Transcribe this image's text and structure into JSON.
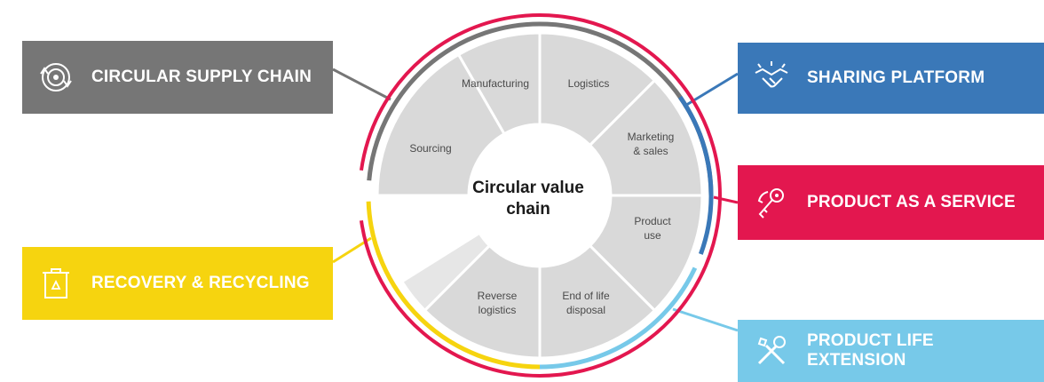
{
  "center": {
    "line1": "Circular value",
    "line2": "chain"
  },
  "segments": [
    {
      "id": "manufacturing",
      "lines": [
        "Manufacturing"
      ]
    },
    {
      "id": "logistics",
      "lines": [
        "Logistics"
      ]
    },
    {
      "id": "marketing",
      "lines": [
        "Marketing",
        "& sales"
      ]
    },
    {
      "id": "product-use",
      "lines": [
        "Product",
        "use"
      ]
    },
    {
      "id": "end-of-life",
      "lines": [
        "End of life",
        "disposal"
      ]
    },
    {
      "id": "reverse-logistics",
      "lines": [
        "Reverse",
        "logistics"
      ]
    },
    {
      "id": "sourcing",
      "lines": [
        "Sourcing"
      ]
    }
  ],
  "boxes": {
    "circular_supply_chain": {
      "label": "CIRCULAR SUPPLY CHAIN",
      "color": "#767676",
      "icon": "circular-arrows-icon"
    },
    "sharing_platform": {
      "label": "SHARING PLATFORM",
      "color": "#3a78b8",
      "icon": "handshake-icon"
    },
    "product_as_a_service": {
      "label": "PRODUCT AS A SERVICE",
      "color": "#e3174f",
      "icon": "keys-icon"
    },
    "recovery_recycling": {
      "label": "RECOVERY & RECYCLING",
      "color": "#f6d40f",
      "icon": "recycle-bin-icon"
    },
    "product_life_extension": {
      "label": "PRODUCT LIFE EXTENSION",
      "color": "#77c9e9",
      "icon": "tools-icon"
    }
  },
  "colors": {
    "segment_fill": "#d9d9d9",
    "segment_stroke": "#ffffff",
    "outer_ring": "#e3174f"
  }
}
